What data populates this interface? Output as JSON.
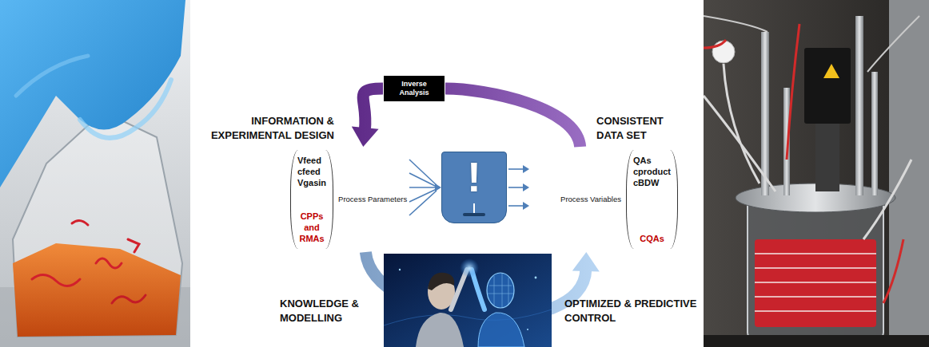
{
  "diagram": {
    "nodes": [
      {
        "text": [
          "Inverse Analysis"
        ]
      },
      {
        "text": [
          "Vfeed",
          "cfeed",
          "Vgasin",
          "CPPs and RMAs",
          "Process Parameters"
        ]
      },
      {
        "text": [
          "!"
        ]
      },
      {
        "text": [
          "Process Variables",
          "QAs",
          "cproduct",
          "cBDW",
          "CQAs"
        ]
      }
    ],
    "edges": [
      {
        "from": 3,
        "to": 0,
        "arrow": "none"
      },
      {
        "from": 0,
        "to": 1,
        "arrow": "to"
      },
      {
        "from": 1,
        "to": 3,
        "arrow": "to"
      }
    ],
    "labels": [
      "INFORMATION & EXPERIMENTAL DESIGN",
      "CONSISTENT DATA SET",
      "KNOWLEDGE & MODELLING",
      "OPTIMIZED & PREDICTIVE CONTROL"
    ]
  }
}
